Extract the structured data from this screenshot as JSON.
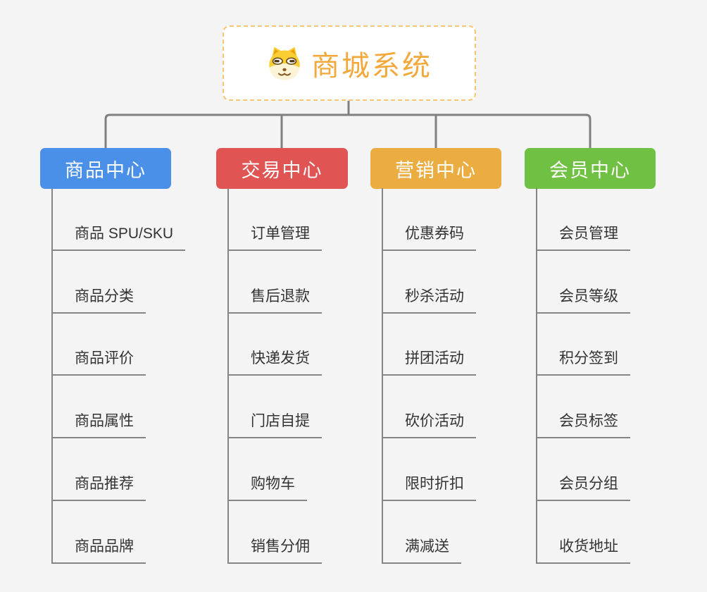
{
  "root": {
    "title": "商城系统",
    "icon": "shiba-dog-icon",
    "title_color": "#f2a83b",
    "border_color": "#f7c46f"
  },
  "connector_color": "#7f7f7f",
  "branches": [
    {
      "label": "商品中心",
      "color": "#4a8fe8",
      "children": [
        "商品 SPU/SKU",
        "商品分类",
        "商品评价",
        "商品属性",
        "商品推荐",
        "商品品牌"
      ]
    },
    {
      "label": "交易中心",
      "color": "#e05553",
      "children": [
        "订单管理",
        "售后退款",
        "快递发货",
        "门店自提",
        "购物车",
        "销售分佣"
      ]
    },
    {
      "label": "营销中心",
      "color": "#ebad41",
      "children": [
        "优惠券码",
        "秒杀活动",
        "拼团活动",
        "砍价活动",
        "限时折扣",
        "满减送"
      ]
    },
    {
      "label": "会员中心",
      "color": "#6fc043",
      "children": [
        "会员管理",
        "会员等级",
        "积分签到",
        "会员标签",
        "会员分组",
        "收货地址"
      ]
    }
  ]
}
